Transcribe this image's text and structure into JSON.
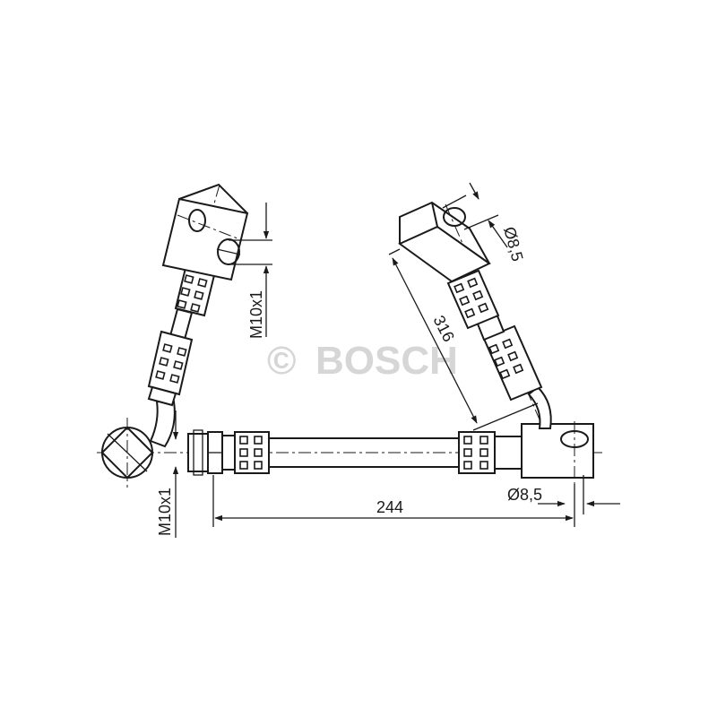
{
  "watermark": {
    "symbol": "©",
    "brand": "BOSCH",
    "color": "#d6d6d6"
  },
  "dimensions": {
    "length_straight": "244",
    "length_angled": "316",
    "hole_diameter_right": "Ø8,5",
    "hole_diameter_top": "Ø8,5",
    "thread_upper_left": "M10x1",
    "thread_lower_left": "M10x1"
  },
  "colors": {
    "line": "#1a1a1a",
    "background": "#ffffff"
  }
}
